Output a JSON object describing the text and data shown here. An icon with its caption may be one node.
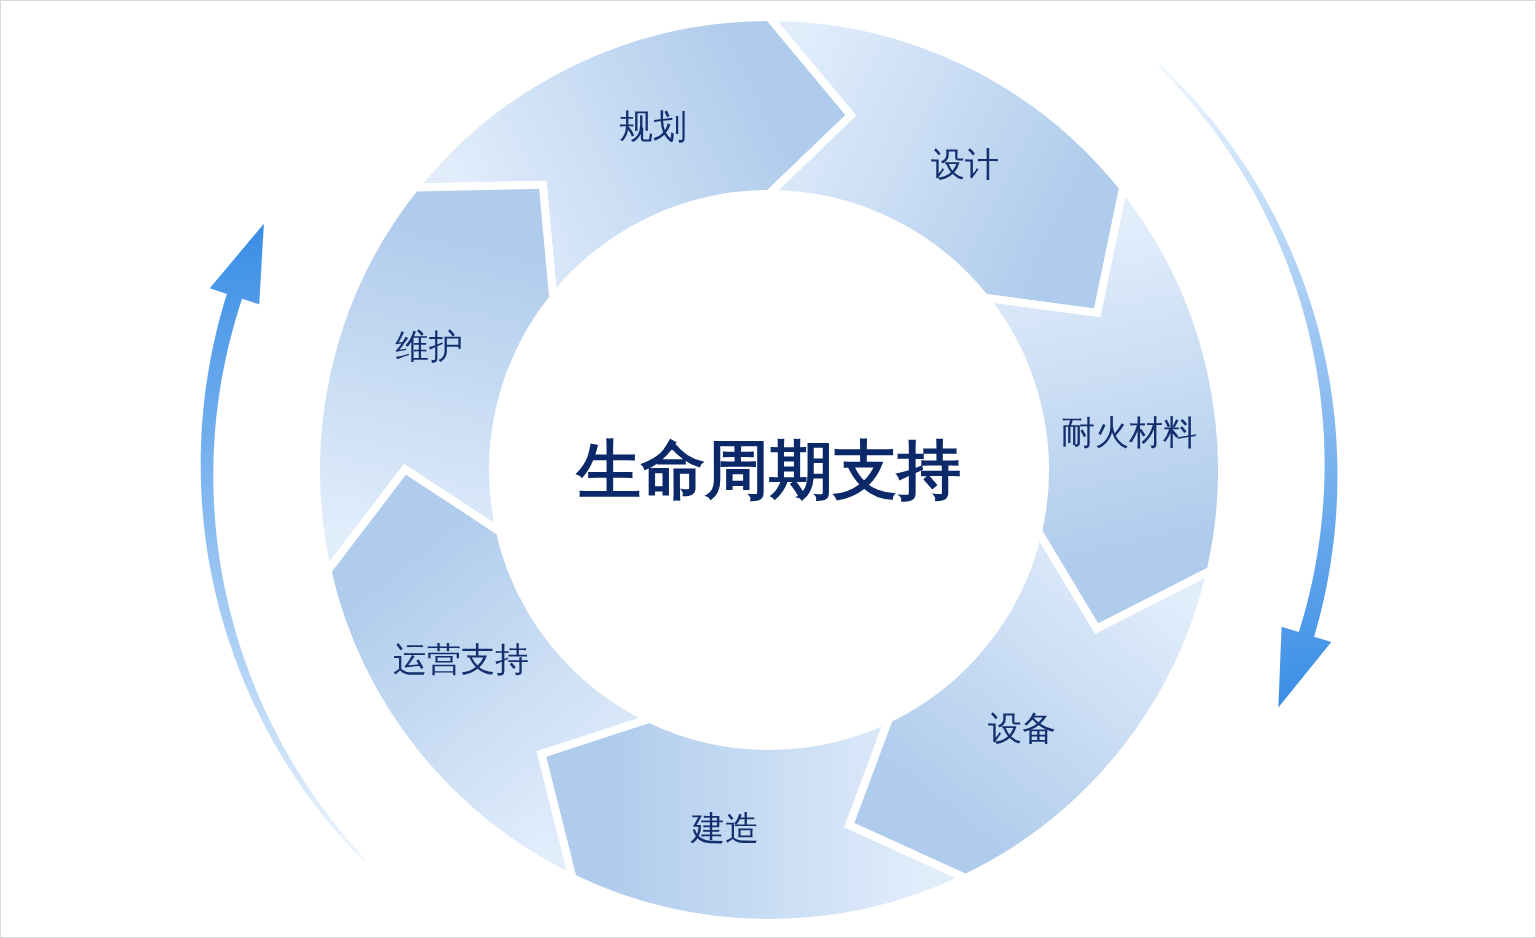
{
  "diagram": {
    "nodes": [
      {
        "text": [
          "生命周期支持"
        ]
      },
      {
        "text": [
          "规划"
        ]
      },
      {
        "text": [
          "设计"
        ]
      },
      {
        "text": [
          "耐火材料"
        ]
      },
      {
        "text": [
          "设备"
        ]
      },
      {
        "text": [
          "建造"
        ]
      },
      {
        "text": [
          "运营支持"
        ]
      },
      {
        "text": [
          "维护"
        ]
      }
    ]
  }
}
